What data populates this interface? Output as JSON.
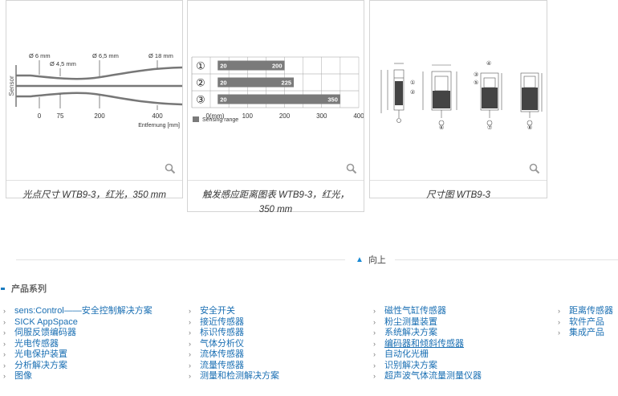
{
  "cards": [
    {
      "caption": "光点尺寸 WTB9-3，红光，350 mm",
      "diagram": {
        "sensor_label": "Sensor",
        "spot_labels": [
          "Ø 6 mm",
          "Ø 4,5 mm",
          "Ø 6,5 mm",
          "Ø 18 mm"
        ],
        "axis_ticks": [
          "0",
          "75",
          "200",
          "400"
        ],
        "axis_label": "Entfernung  [mm]"
      }
    },
    {
      "caption": "触发感应距离图表 WTB9-3，红光，350 mm",
      "chart_data": {
        "type": "bar",
        "categories": [
          "①",
          "②",
          "③"
        ],
        "series": [
          {
            "start": [
              20,
              20,
              20
            ],
            "end": [
              200,
              225,
              350
            ]
          }
        ],
        "xlim": [
          0,
          400
        ],
        "x_ticks": [
          "0(mm)",
          "100",
          "200",
          "300",
          "400"
        ],
        "legend": "Sensing range",
        "bar_color": "#7a7a7a"
      }
    },
    {
      "caption": "尺寸图 WTB9-3",
      "diagram": {
        "callouts": [
          "①",
          "②",
          "③",
          "④",
          "⑤",
          "⑥",
          "⑦",
          "⑧"
        ]
      }
    }
  ],
  "back_to_top": "向上",
  "product_section": {
    "title": "产品系列",
    "columns": [
      [
        "sens:Control——安全控制解决方案",
        "SICK AppSpace",
        "伺服反馈编码器",
        "光电传感器",
        "光电保护装置",
        "分析解决方案",
        "图像"
      ],
      [
        "安全开关",
        "接近传感器",
        "标识传感器",
        "气体分析仪",
        "流体传感器",
        "流量传感器",
        "测量和检测解决方案"
      ],
      [
        "磁性气缸传感器",
        "粉尘测量装置",
        "系统解决方案",
        "编码器和倾斜传感器",
        "自动化光栅",
        "识别解决方案",
        "超声波气体流量测量仪器"
      ],
      [
        "距离传感器",
        "软件产品",
        "集成产品"
      ]
    ]
  },
  "colors": {
    "link": "#1a6fb3",
    "accent": "#1a7bbf"
  }
}
